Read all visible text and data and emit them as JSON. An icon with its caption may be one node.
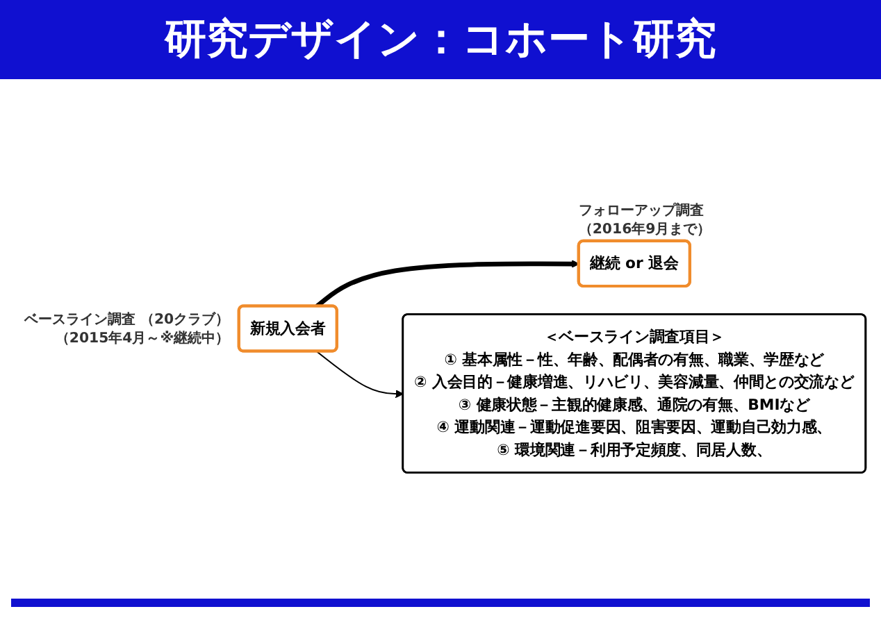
{
  "diagram": {
    "title": "研究デザイン：コホート研究",
    "nodes": [
      {
        "text": [
          "新規入会者"
        ],
        "beside": [
          "ベースライン調査 （20クラブ）",
          "（2015年4月～※継続中）"
        ]
      },
      {
        "text": [
          "継続 or 退会"
        ],
        "beside": [
          "フォローアップ調査",
          "（2016年9月まで）"
        ]
      },
      {
        "text": [
          "＜ベースライン調査項目＞",
          "① 基本属性－性、年齢、配偶者の有無、職業、学歴など",
          "② 入会目的－健康増進、リハビリ、美容減量、仲間との交流など",
          "③ 健康状態－主観的健康感、通院の有無、BMIなど",
          "④ 運動関連－運動促進要因、阻害要因、運動自己効力感、",
          "⑤ 環境関連－利用予定頻度、同居人数、"
        ]
      }
    ],
    "edges": [
      {
        "from": 0,
        "to": 1,
        "arrow": "to",
        "style": "thick"
      },
      {
        "from": 0,
        "to": 2,
        "arrow": "to"
      }
    ]
  }
}
